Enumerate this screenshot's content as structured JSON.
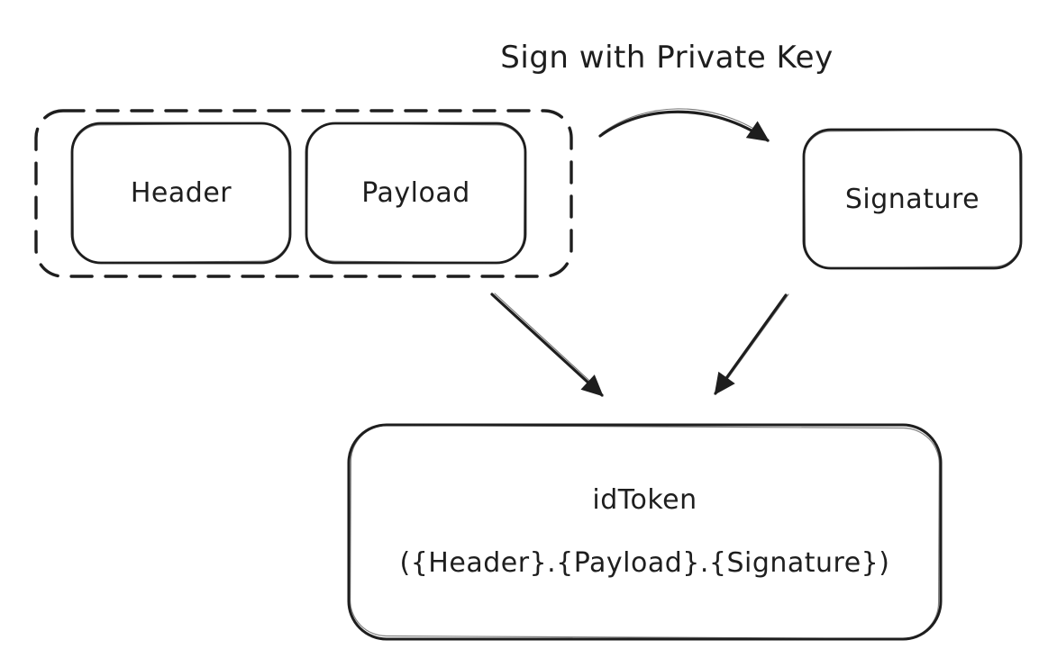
{
  "diagram": {
    "title": "Sign with Private Key",
    "nodes": {
      "header": {
        "label": "Header"
      },
      "payload": {
        "label": "Payload"
      },
      "signature": {
        "label": "Signature"
      },
      "id_token": {
        "line1": "idToken",
        "line2": "({Header}.{Payload}.{Signature})"
      }
    },
    "edges": [
      {
        "from": "header-payload-group",
        "to": "signature",
        "label": "Sign with Private Key",
        "style": "curved"
      },
      {
        "from": "header-payload-group",
        "to": "id_token",
        "label": ""
      },
      {
        "from": "signature",
        "to": "id_token",
        "label": ""
      }
    ],
    "colors": {
      "stroke": "#1e1e1e",
      "background": "#ffffff"
    }
  }
}
